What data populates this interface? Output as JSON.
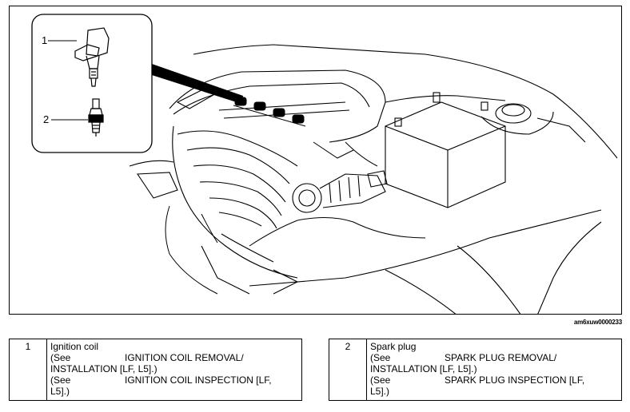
{
  "figure": {
    "image_id": "am6xuw0000233",
    "callouts": [
      "1",
      "2"
    ]
  },
  "legend": [
    {
      "number": "1",
      "name": "Ignition coil",
      "refs": [
        {
          "see": "(See",
          "title_a": "IGNITION COIL REMOVAL/",
          "title_b": "INSTALLATION [LF, L5].)"
        },
        {
          "see": "(See",
          "title_a": "IGNITION COIL INSPECTION [LF,",
          "title_b": "L5].)"
        }
      ]
    },
    {
      "number": "2",
      "name": "Spark plug",
      "refs": [
        {
          "see": "(See",
          "title_a": "SPARK PLUG REMOVAL/",
          "title_b": "INSTALLATION [LF, L5].)"
        },
        {
          "see": "(See",
          "title_a": "SPARK PLUG INSPECTION [LF,",
          "title_b": "L5].)"
        }
      ]
    }
  ]
}
